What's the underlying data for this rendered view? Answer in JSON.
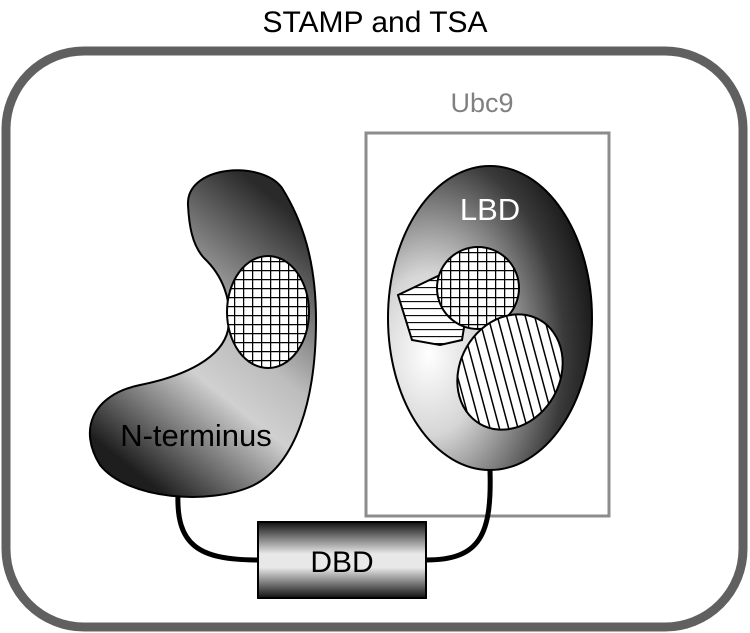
{
  "diagram": {
    "title": "STAMP and TSA",
    "box_label": "Ubc9",
    "n_terminus_label": "N-terminus",
    "lbd_label": "LBD",
    "dbd_label": "DBD"
  },
  "colors": {
    "outer_frame": "#606060",
    "inner_frame": "#8c8c8c",
    "box_label_text": "#808080",
    "outline": "#000000",
    "dark_fill": "#000000",
    "light_fill": "#ffffff"
  }
}
